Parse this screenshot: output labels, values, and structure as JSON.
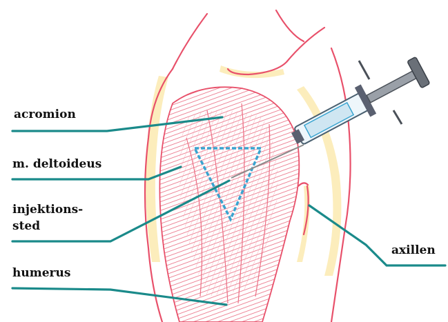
{
  "labels": {
    "acromion": "acromion",
    "deltoid": "m. deltoideus",
    "injection_line1": "injektions-",
    "injection_line2": "sted",
    "axilla": "axillen",
    "humerus": "humerus"
  },
  "colors": {
    "leader_line": "#1a8a8a",
    "triangle": "#3aa4d0",
    "outline": "#e8506a",
    "muscle": "#f08a9a",
    "skin_shade": "#fbe7a6",
    "syringe": "#5a6070"
  }
}
